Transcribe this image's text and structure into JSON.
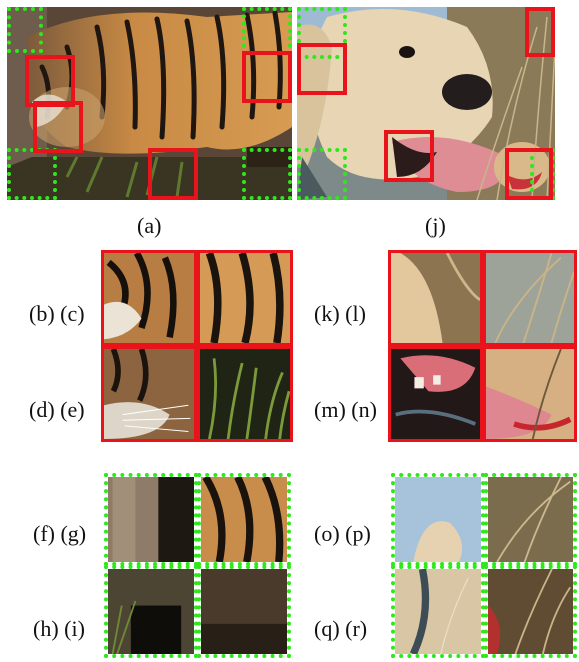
{
  "captions": {
    "tiger": "(a)",
    "dog": "(j)"
  },
  "labels": {
    "bc": "(b) (c)",
    "de": "(d) (e)",
    "fg": "(f) (g)",
    "hi": "(h) (i)",
    "kl": "(k)  (l)",
    "mn": "(m) (n)",
    "op": "(o)  (p)",
    "qr": "(q)  (r)"
  },
  "colors": {
    "discriminative_box": "#e8131b",
    "background_box": "#2ee81b"
  }
}
